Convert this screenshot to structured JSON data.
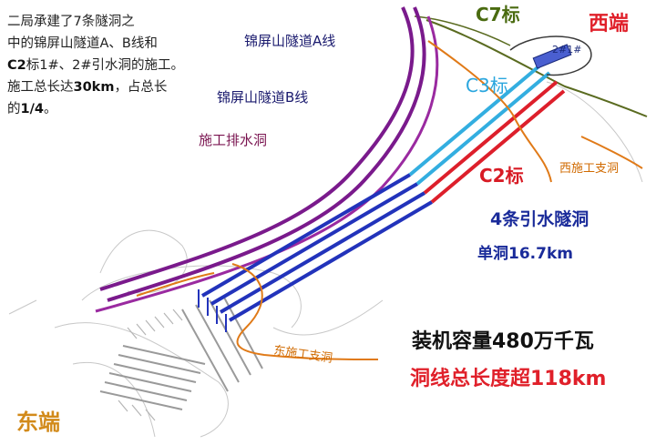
{
  "intro": {
    "line1": "二局承建了7条隧洞之",
    "line2": "中的锦屏山隧道A、B线和",
    "line3_bold": "C2",
    "line3_rest": "标1#、2#引水洞的施工。",
    "line4_pre": "施工总长达",
    "line4_bold": "30km",
    "line4_post": "，占总长",
    "line5_pre": "的",
    "line5_bold": "1/4",
    "line5_post": "。"
  },
  "labels": {
    "tunnel_a": "锦屏山隧道A线",
    "tunnel_b": "锦屏山隧道B线",
    "drainage": "施工排水洞",
    "c7": "C7标",
    "west_end": "西端",
    "shaft_2_1": "2#1#",
    "c3": "C3标",
    "c2": "C2标",
    "west_branch": "西施工支洞",
    "four_tunnels": "4条引水隧洞",
    "single_length": "单洞16.7km",
    "east_branch": "东施工支洞",
    "capacity": "装机容量480万千瓦",
    "total_length": "洞线总长度超118km",
    "east_end": "东端"
  },
  "colors": {
    "purple": "#7a1a8c",
    "blue": "#2233bb",
    "cyan": "#33aee0",
    "red": "#dd1f2b",
    "orange": "#e07a18",
    "olive": "#5a6b20"
  }
}
